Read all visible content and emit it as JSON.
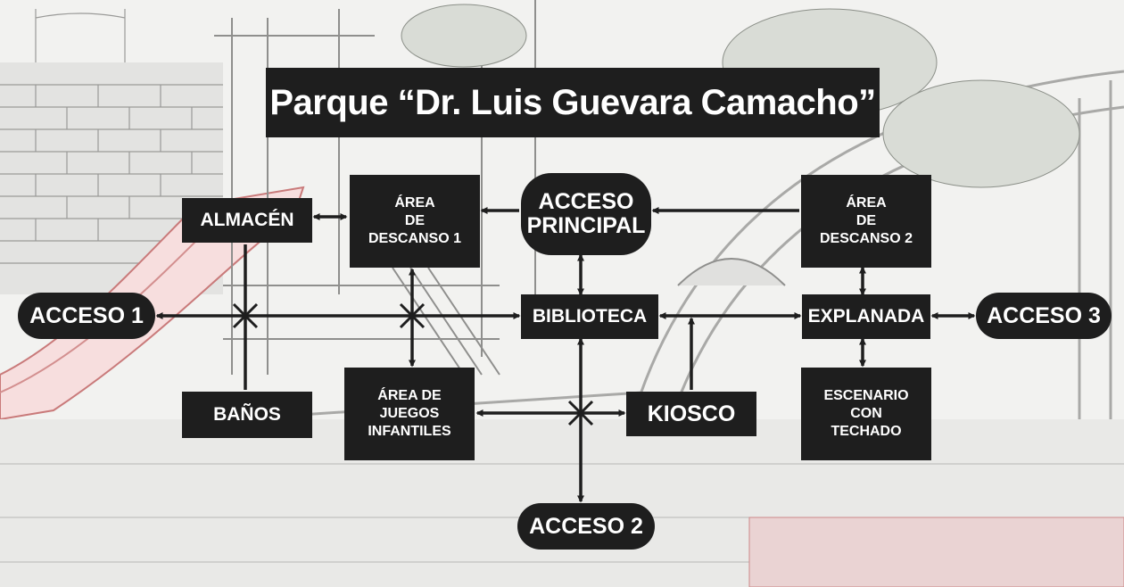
{
  "title": "Parque “Dr. Luis Guevara Camacho”",
  "nodes": {
    "almacen": "ALMACÉN",
    "descanso1": [
      "ÁREA",
      "DE",
      "DESCANSO 1"
    ],
    "acceso_principal": [
      "ACCESO",
      "PRINCIPAL"
    ],
    "descanso2": [
      "ÁREA",
      "DE",
      "DESCANSO 2"
    ],
    "acceso1": "ACCESO 1",
    "biblioteca": "BIBLIOTECA",
    "explanada": "EXPLANADA",
    "acceso3": "ACCESO 3",
    "banos": "BAÑOS",
    "juegos": [
      "ÁREA DE",
      "JUEGOS",
      "INFANTILES"
    ],
    "kiosco": "KIOSCO",
    "escenario": [
      "ESCENARIO",
      "CON",
      "TECHADO"
    ],
    "acceso2": "ACCESO 2"
  },
  "colors": {
    "box": "#1e1e1e",
    "text": "#ffffff",
    "line": "#1e1e1e"
  }
}
